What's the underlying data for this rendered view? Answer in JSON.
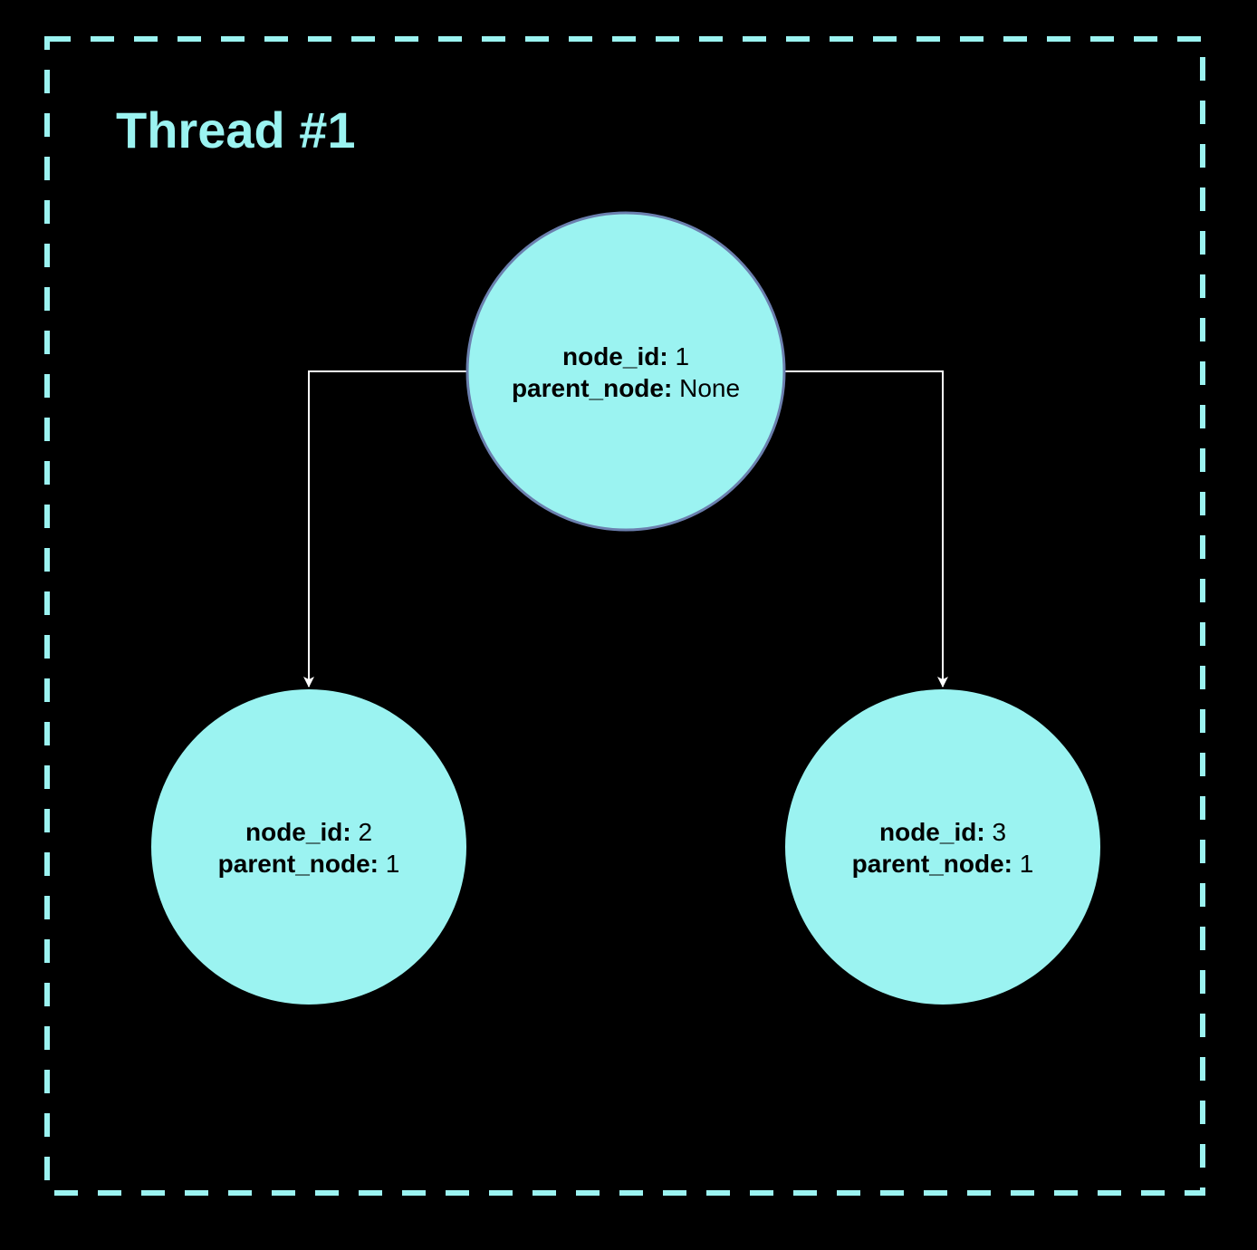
{
  "colors": {
    "background": "#000000",
    "frame_border": "#9bf3f1",
    "title": "#9bf3f1",
    "node_fill": "#9bf3f1",
    "root_node_stroke": "#6b7fae",
    "edge": "#ffffff",
    "text": "#000000"
  },
  "thread": {
    "title": "Thread #1"
  },
  "nodes": [
    {
      "id_key": "node_id:",
      "id_value": "1",
      "parent_key": "parent_node:",
      "parent_value": "None"
    },
    {
      "id_key": "node_id:",
      "id_value": "2",
      "parent_key": "parent_node:",
      "parent_value": "1"
    },
    {
      "id_key": "node_id:",
      "id_value": "3",
      "parent_key": "parent_node:",
      "parent_value": "1"
    }
  ],
  "edges": [
    {
      "from": "1",
      "to": "2"
    },
    {
      "from": "1",
      "to": "3"
    }
  ]
}
